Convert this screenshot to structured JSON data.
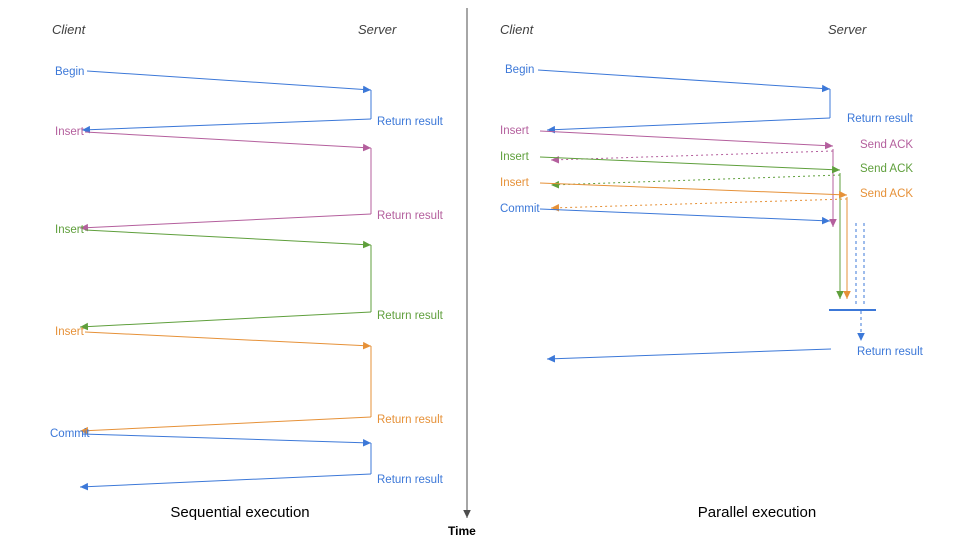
{
  "colors": {
    "blue": "#3c78d8",
    "pink": "#b45f9d",
    "green": "#5f9f3c",
    "orange": "#e69138",
    "axis": "#4d4d4d",
    "heading": "#3f3f3f",
    "caption": "#000000"
  },
  "left_panel": {
    "client_header": "Client",
    "server_header": "Server",
    "caption": "Sequential execution",
    "messages": [
      {
        "label": "Begin",
        "color": "blue",
        "response": "Return result"
      },
      {
        "label": "Insert",
        "color": "pink",
        "response": "Return result"
      },
      {
        "label": "Insert",
        "color": "green",
        "response": "Return result"
      },
      {
        "label": "Insert",
        "color": "orange",
        "response": "Return result"
      },
      {
        "label": "Commit",
        "color": "blue",
        "response": "Return result"
      }
    ]
  },
  "right_panel": {
    "client_header": "Client",
    "server_header": "Server",
    "caption": "Parallel execution",
    "messages": [
      {
        "label": "Begin",
        "color": "blue",
        "response": "Return result"
      },
      {
        "label": "Insert",
        "color": "pink",
        "response": "Send ACK"
      },
      {
        "label": "Insert",
        "color": "green",
        "response": "Send ACK"
      },
      {
        "label": "Insert",
        "color": "orange",
        "response": "Send ACK"
      },
      {
        "label": "Commit",
        "color": "blue",
        "response": "Return result"
      }
    ]
  },
  "time_axis": {
    "label": "Time"
  }
}
